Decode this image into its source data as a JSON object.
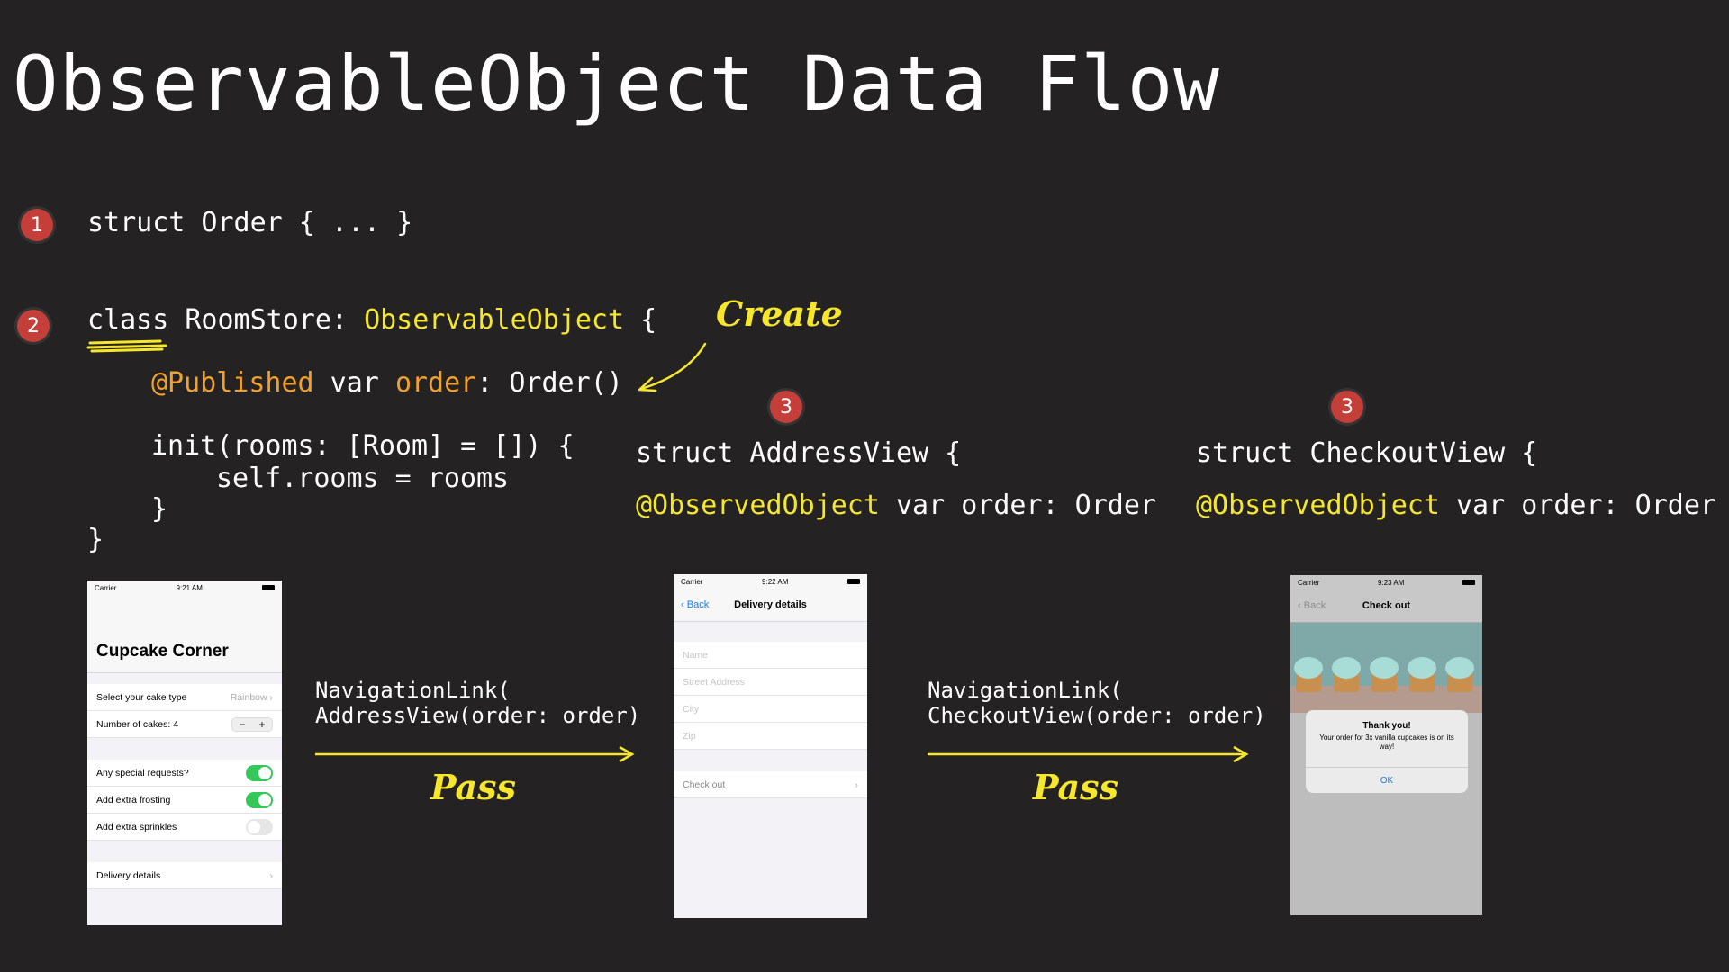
{
  "title": "ObservableObject Data Flow",
  "badges": {
    "one": "1",
    "two": "2",
    "three_a": "3",
    "three_b": "3"
  },
  "code": {
    "order_struct": "struct Order { ... }",
    "class_kw": "class",
    "class_name": " RoomStore: ",
    "class_protocol": "ObservableObject",
    "class_open": " {",
    "published_attr": "@Published",
    "published_var": " var ",
    "published_name": "order",
    "published_type": ": Order()",
    "init_line": "init(rooms: [Room] = []) {",
    "self_line": "self.rooms = rooms",
    "close_inner": "}",
    "close_outer": "}",
    "address_struct": "struct AddressView {",
    "checkout_struct": "struct CheckoutView {",
    "observed_attr": "@ObservedObject",
    "observed_rest": " var order: Order"
  },
  "annotations": {
    "create": "Create",
    "pass": "Pass"
  },
  "nav_links": {
    "address": "NavigationLink(\nAddressView(order: order)",
    "checkout": "NavigationLink(\nCheckoutView(order: order)"
  },
  "phone1": {
    "carrier": "Carrier",
    "time": "9:21 AM",
    "heading": "Cupcake Corner",
    "cake_type_label": "Select your cake type",
    "cake_type_value": "Rainbow",
    "cakes_label": "Number of cakes: 4",
    "special_label": "Any special requests?",
    "frosting_label": "Add extra frosting",
    "sprinkles_label": "Add extra sprinkles",
    "delivery_label": "Delivery details"
  },
  "phone2": {
    "carrier": "Carrier",
    "time": "9:22 AM",
    "back": "Back",
    "nav_title": "Delivery details",
    "name_placeholder": "Name",
    "street_placeholder": "Street Address",
    "city_placeholder": "City",
    "zip_placeholder": "Zip",
    "checkout_label": "Check out"
  },
  "phone3": {
    "carrier": "Carrier",
    "time": "9:23 AM",
    "back": "Back",
    "nav_title": "Check out",
    "alert_title": "Thank you!",
    "alert_message": "Your order for 3x vanilla cupcakes is on its way!",
    "alert_button": "OK"
  },
  "colors": {
    "background": "#242222",
    "highlight": "#f6e72c",
    "attribute": "#f0a12c",
    "badge": "#c43f3a"
  }
}
